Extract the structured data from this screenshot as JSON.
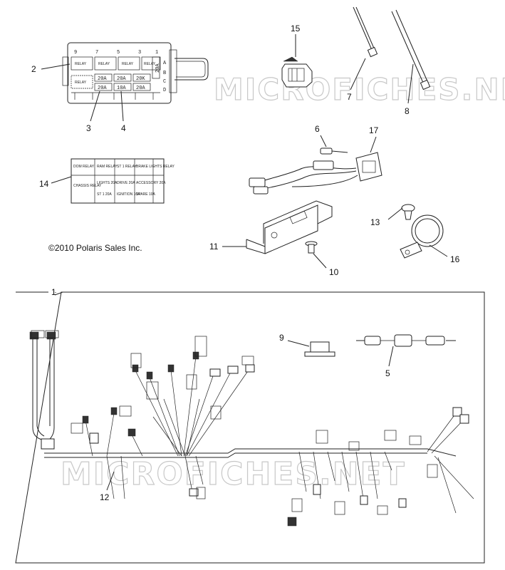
{
  "copyright": "©2010 Polaris Sales Inc.",
  "watermark": "MICROFICHES.NET",
  "callouts": {
    "c1": "1",
    "c2": "2",
    "c3": "3",
    "c4": "4",
    "c5": "5",
    "c6": "6",
    "c7": "7",
    "c8": "8",
    "c9": "9",
    "c10": "10",
    "c11": "11",
    "c12": "12",
    "c13": "13",
    "c14": "14",
    "c15": "15",
    "c16": "16",
    "c17": "17"
  },
  "fuse_box": {
    "column_numbers": [
      "9",
      "7",
      "5",
      "3",
      "1"
    ],
    "row_letters": [
      "A",
      "B",
      "C",
      "D"
    ],
    "relays": [
      "RELAY",
      "RELAY",
      "RELAY",
      "RELAY",
      "RELAY"
    ],
    "fuses_row1": [
      "20A",
      "20A",
      "20K"
    ],
    "fuses_row2": [
      "20A",
      "10A",
      "20A"
    ],
    "side_fuse": "20A"
  },
  "label_card": {
    "cells": [
      "DOM RELAY",
      "RAM RELAY",
      "ST 1 RELAY",
      "BRAKE LIGHTS RELAY",
      "CHASSIS RELAY",
      "LIGHTS 20A",
      "DRIVE 20A",
      "ACCESSORY 20A",
      "",
      "ST 1 20A",
      "IGNITION 10A",
      "SPARE 10A"
    ]
  }
}
